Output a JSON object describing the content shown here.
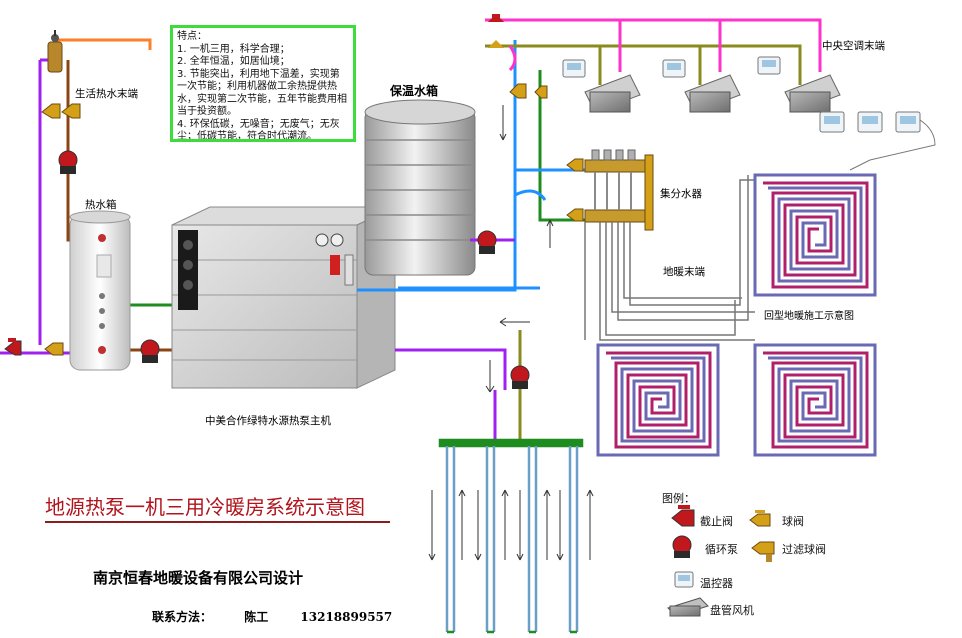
{
  "features": {
    "heading": "特点：",
    "lines": [
      "1. 一机三用，科学合理；",
      "2. 全年恒温，如居仙境；",
      "3. 节能突出，利用地下温差，实现第一次节能；利用机器做工余热提供热水，实现第二次节能，五年节能费用相当于投资额。",
      "4. 环保低碳，无噪音；无废气；无灰尘；低碳节能，符合时代潮流。"
    ]
  },
  "labels": {
    "domestic_hot_water_terminal": "生活热水末端",
    "hot_water_tank": "热水箱",
    "insulated_tank": "保温水箱",
    "central_ac_terminal": "中央空调末端",
    "manifold": "集分水器",
    "floor_heating_terminal": "地暖末端",
    "floor_heating_note": "回型地暖施工示意图",
    "main_unit": "中美合作绿特水源热泵主机"
  },
  "title": "地源热泵一机三用冷暖房系统示意图",
  "company": "南京恒春地暖设备有限公司设计",
  "contact": {
    "label": "联系方法：",
    "person": "陈工",
    "phone": "13218899557"
  },
  "legend": {
    "heading": "图例：",
    "items": {
      "stop_valve": "截止阀",
      "ball_valve": "球阀",
      "circulation_pump": "循环泵",
      "filter_ball_valve": "过滤球阀",
      "thermostat": "温控器",
      "fan_coil": "盘管风机"
    }
  },
  "colors": {
    "hot_pipe": "#a020f0",
    "supply_pipe": "#ff33cc",
    "return_pipe": "#8a8a1e",
    "cold_pipe": "#1e90ff",
    "brown_pipe": "#8b4513",
    "green_pipe": "#1e8c1e",
    "orange_pipe": "#ff7f27",
    "floor_loop_red": "#b0206a",
    "floor_loop_blue": "#6a6ab4",
    "title_red": "#b0141c",
    "frame_green": "#3ddc3d"
  }
}
